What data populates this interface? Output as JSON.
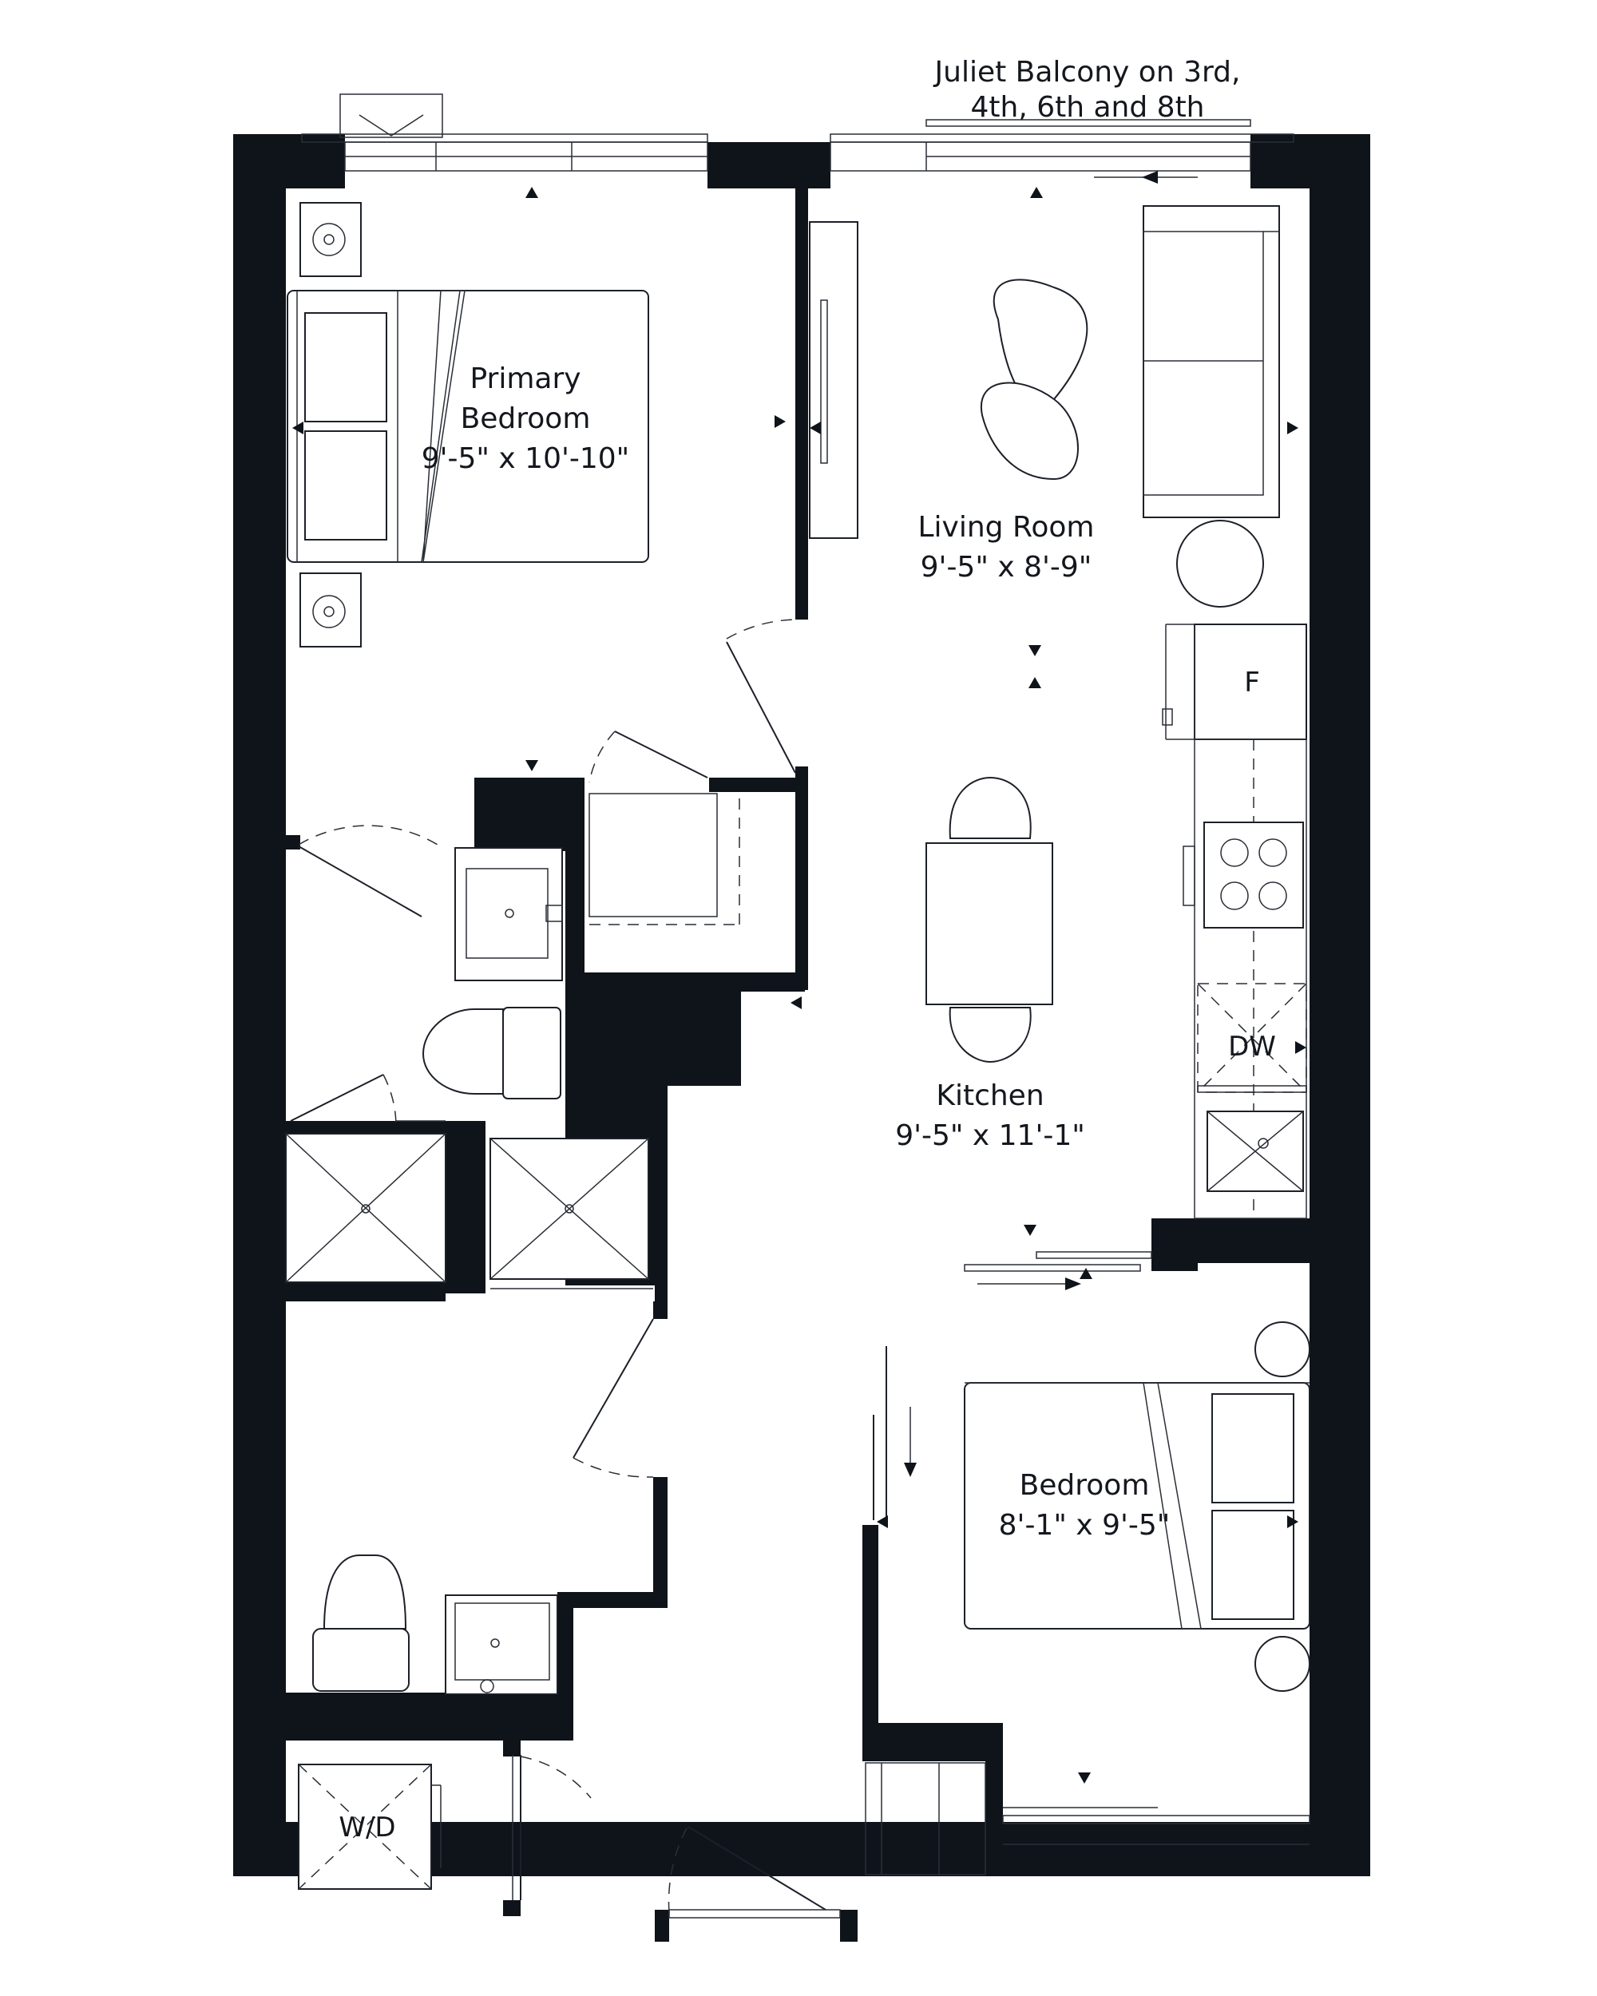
{
  "balcony_note": {
    "line1": "Juliet Balcony on 3rd,",
    "line2": "4th, 6th and 8th"
  },
  "rooms": {
    "primary_bedroom": {
      "name_line1": "Primary",
      "name_line2": "Bedroom",
      "dims": "9'-5\" x 10'-10\""
    },
    "living_room": {
      "name": "Living Room",
      "dims": "9'-5\" x 8'-9\""
    },
    "kitchen": {
      "name": "Kitchen",
      "dims": "9'-5\" x 11'-1\""
    },
    "bedroom": {
      "name": "Bedroom",
      "dims": "8'-1\" x 9'-5\""
    }
  },
  "appliances": {
    "fridge": "F",
    "dishwasher": "DW",
    "washer_dryer": "W/D"
  },
  "colors": {
    "wall": "#0f131a",
    "line": "#1c2028",
    "background": "#ffffff"
  }
}
